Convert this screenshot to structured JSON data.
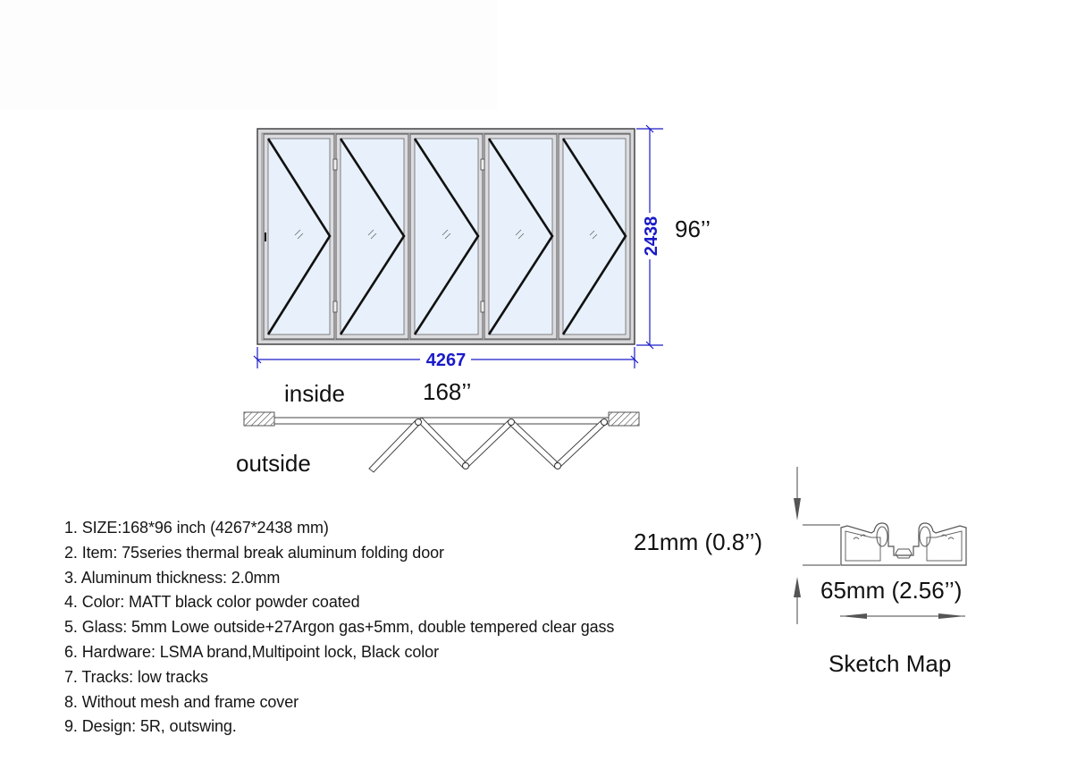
{
  "elevation": {
    "panel_count": 5,
    "width_mm": "4267",
    "height_mm": "2438",
    "width_in_label": "168’’",
    "height_in_label": "96’’",
    "dimension_color": "#1a1ac8",
    "glass_color": "#e6f0fa",
    "frame_color": "#d6d6da"
  },
  "plan": {
    "inside_label": "inside",
    "outside_label": "outside"
  },
  "profile": {
    "height_label": "21mm (0.8’’)",
    "width_label": "65mm (2.56’’)",
    "caption": "Sketch Map"
  },
  "specs": [
    "1. SIZE:168*96 inch (4267*2438 mm)",
    "2. Item: 75series thermal break aluminum folding door",
    "3. Aluminum thickness: 2.0mm",
    "4. Color: MATT black color powder coated",
    "5. Glass: 5mm Lowe outside+27Argon gas+5mm, double tempered clear gass",
    "6. Hardware: LSMA brand,Multipoint lock, Black color",
    "7. Tracks: low tracks",
    "8. Without mesh and frame cover",
    "9. Design: 5R, outswing."
  ]
}
